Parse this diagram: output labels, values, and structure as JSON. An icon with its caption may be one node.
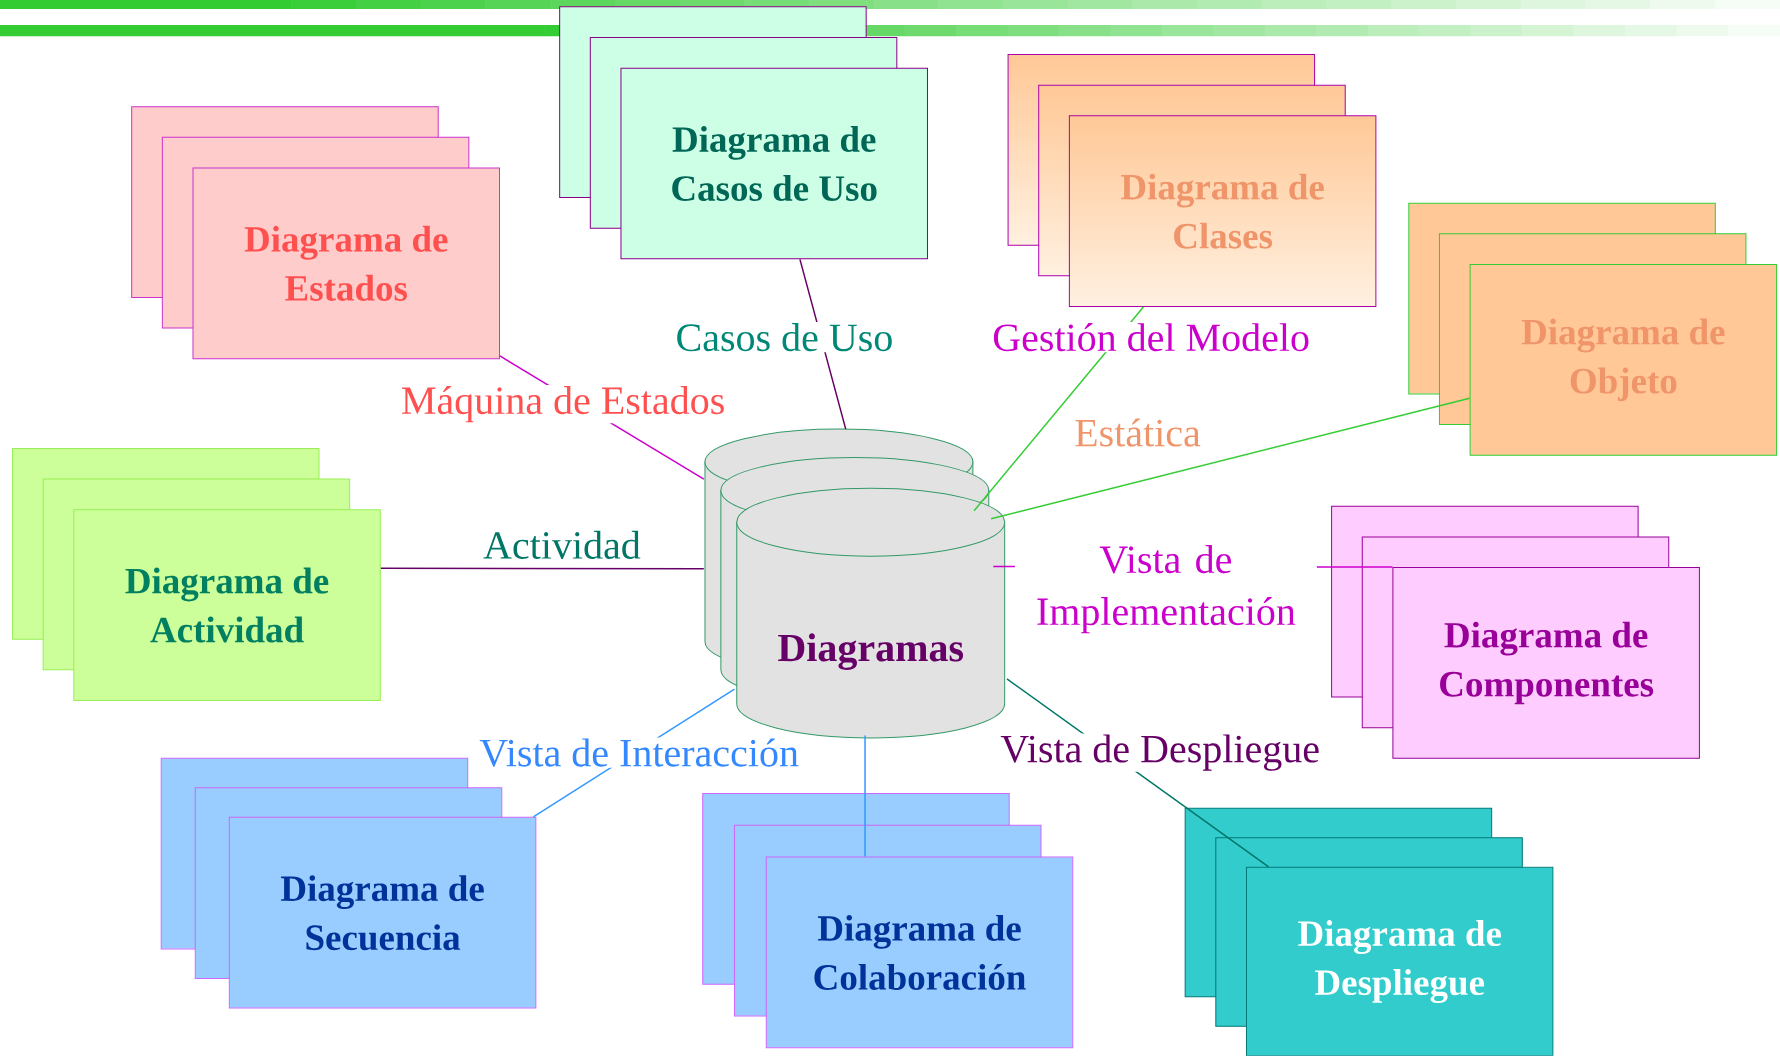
{
  "diagram": {
    "nodes": [
      {
        "text": [
          "Diagramas"
        ]
      },
      {
        "text": [
          "Diagrama de Estados"
        ]
      },
      {
        "text": [
          "Diagrama de Casos de Uso"
        ]
      },
      {
        "text": [
          "Diagrama de Clases"
        ]
      },
      {
        "text": [
          "Diagrama de Objeto"
        ]
      },
      {
        "text": [
          "Diagrama de Actividad"
        ]
      },
      {
        "text": [
          "Diagrama de Componentes"
        ]
      },
      {
        "text": [
          "Diagrama de Secuencia"
        ]
      },
      {
        "text": [
          "Diagrama de Colaboración"
        ]
      },
      {
        "text": [
          "Diagrama de Despliegue"
        ]
      }
    ],
    "edges": [
      {
        "from": 0,
        "to": 1,
        "arrow": "none",
        "label": "Máquina de Estados",
        "color": "#cc00cc"
      },
      {
        "from": 0,
        "to": 2,
        "arrow": "none",
        "label": "Casos de Uso",
        "color": "#660066"
      },
      {
        "from": 0,
        "to": 3,
        "arrow": "none",
        "label": "Gestión del Modelo",
        "color": "#33cc33"
      },
      {
        "from": 0,
        "to": 4,
        "arrow": "none",
        "label": "Estática",
        "color": "#33cc33"
      },
      {
        "from": 0,
        "to": 5,
        "arrow": "none",
        "label": "Actividad",
        "color": "#660066"
      },
      {
        "from": 0,
        "to": 6,
        "arrow": "none",
        "label": "Vista de Implementación",
        "color": "#cc00cc"
      },
      {
        "from": 0,
        "to": 7,
        "arrow": "none",
        "label": "Vista de Interacción",
        "color": "#3399ff"
      },
      {
        "from": 0,
        "to": 8,
        "arrow": "none",
        "color": "#3399ff"
      },
      {
        "from": 0,
        "to": 9,
        "arrow": "none",
        "label": "Vista de Despliegue",
        "color": "#007766"
      }
    ]
  }
}
